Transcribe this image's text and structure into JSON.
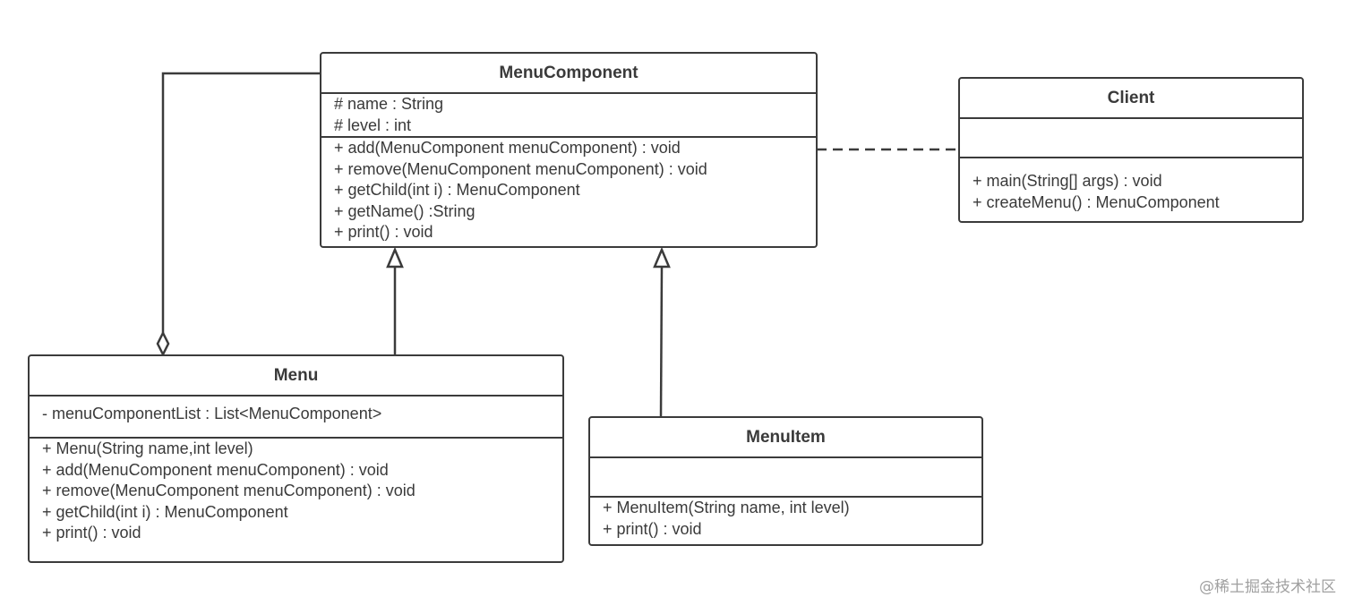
{
  "classes": {
    "menu_component": {
      "name": "MenuComponent",
      "attributes": [
        "# name : String",
        "# level : int"
      ],
      "methods": [
        "+ add(MenuComponent menuComponent) : void",
        "+ remove(MenuComponent menuComponent) : void",
        "+ getChild(int i) : MenuComponent",
        "+ getName() :String",
        "+ print() : void"
      ]
    },
    "client": {
      "name": "Client",
      "attributes": [],
      "methods": [
        "+ main(String[] args) : void",
        "+ createMenu() : MenuComponent"
      ]
    },
    "menu": {
      "name": "Menu",
      "attributes": [
        "- menuComponentList : List<MenuComponent>"
      ],
      "methods": [
        "+ Menu(String name,int level)",
        "+ add(MenuComponent menuComponent) : void",
        "+ remove(MenuComponent menuComponent) : void",
        "+ getChild(int i) : MenuComponent",
        "+ print() : void"
      ]
    },
    "menu_item": {
      "name": "MenuItem",
      "attributes": [],
      "methods": [
        "+ MenuItem(String name, int level)",
        "+ print() : void"
      ]
    }
  },
  "relationships": [
    {
      "type": "aggregation",
      "from": "Menu",
      "to": "MenuComponent"
    },
    {
      "type": "generalization",
      "from": "Menu",
      "to": "MenuComponent"
    },
    {
      "type": "generalization",
      "from": "MenuItem",
      "to": "MenuComponent"
    },
    {
      "type": "dependency",
      "from": "Client",
      "to": "MenuComponent"
    }
  ],
  "watermark": "@稀土掘金技术社区"
}
